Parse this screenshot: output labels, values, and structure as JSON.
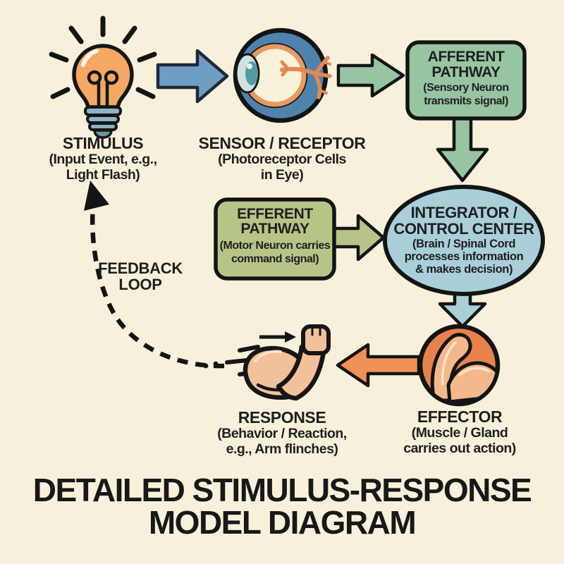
{
  "title": {
    "line1": "DETAILED STIMULUS-RESPONSE",
    "line2": "MODEL DIAGRAM"
  },
  "nodes": {
    "stimulus": {
      "label": "STIMULUS",
      "sub1": "(Input Event, e.g.,",
      "sub2": "Light Flash)",
      "icon": "light-bulb-icon"
    },
    "sensor": {
      "label": "SENSOR / RECEPTOR",
      "sub1": "(Photoreceptor Cells",
      "sub2": "in Eye)",
      "icon": "eye-icon"
    },
    "afferent": {
      "label1": "AFFERENT",
      "label2": "PATHWAY",
      "sub1": "(Sensory Neuron",
      "sub2": "transmits signal)"
    },
    "integrator": {
      "label1": "INTEGRATOR /",
      "label2": "CONTROL CENTER",
      "sub1": "(Brain / Spinal Cord",
      "sub2": "processes information",
      "sub3": "& makes decision)"
    },
    "efferent": {
      "label1": "EFFERENT",
      "label2": "PATHWAY",
      "sub1": "(Motor Neuron carries",
      "sub2": "command signal)"
    },
    "effector": {
      "label": "EFFECTOR",
      "sub1": "(Muscle / Gland",
      "sub2": "carries out action)",
      "icon": "muscle-icon"
    },
    "response": {
      "label": "RESPONSE",
      "sub1": "(Behavior / Reaction,",
      "sub2": "e.g., Arm flinches)",
      "icon": "flexed-arm-icon"
    },
    "feedback": {
      "label1": "FEEDBACK",
      "label2": "LOOP"
    }
  },
  "palette": {
    "background": "#f7f1db",
    "outline": "#141414",
    "arrow_blue": "#6f9ec4",
    "green": "#97c5a4",
    "integrator_blue": "#a9cfd9",
    "olive": "#b7c488",
    "effector_orange": "#e8824d",
    "arrow_orange": "#f09158",
    "bulb_orange": "#f3a963",
    "bulb_base_blue": "#8fb3c4",
    "eye_blue": "#4f83ad",
    "iris_orange": "#e79a62",
    "nerve_orange": "#e08a50",
    "skin": "#f2c19a",
    "skin_muscle": "#f3b88c",
    "skin_highlight": "#fbe3c6",
    "text": "#1f1f1f"
  }
}
